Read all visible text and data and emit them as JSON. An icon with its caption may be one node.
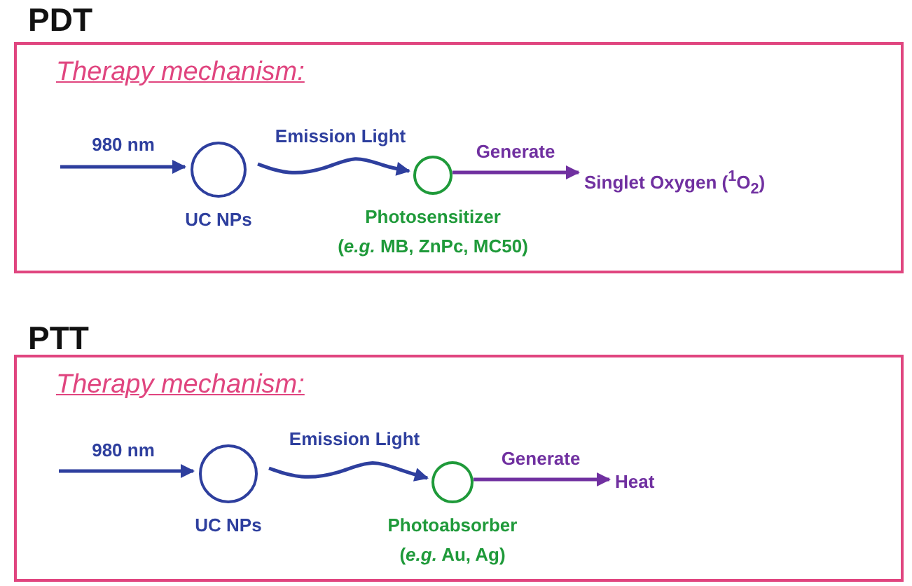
{
  "diagram": {
    "nodes": [
      {
        "text": [
          "PDT",
          "Therapy mechanism:"
        ]
      },
      {
        "text": [
          "UC NPs"
        ],
        "in": 0
      },
      {
        "text": [
          "Photosensitizer",
          "(*e.g.* MB, ZnPc, MC50)"
        ],
        "in": 0
      },
      {
        "text": [
          "Singlet Oxygen ($^{1}$O$_{2}$)"
        ],
        "in": 0
      },
      {
        "text": [
          "PTT",
          "Therapy mechanism:"
        ]
      },
      {
        "text": [
          "UC NPs"
        ],
        "in": 4
      },
      {
        "text": [
          "Photoabsorber",
          "(*e.g.* Au, Ag)"
        ],
        "in": 4
      },
      {
        "text": [
          "Heat"
        ],
        "in": 4
      }
    ],
    "edges": [
      {
        "from": null,
        "to": 1,
        "arrow": "to",
        "label": "980 nm"
      },
      {
        "from": 1,
        "to": 2,
        "arrow": "to",
        "label": "Emission Light"
      },
      {
        "from": 2,
        "to": 3,
        "arrow": "to",
        "label": "Generate",
        "color": "#7030a0"
      },
      {
        "from": null,
        "to": 5,
        "arrow": "to",
        "label": "980 nm"
      },
      {
        "from": 5,
        "to": 6,
        "arrow": "to",
        "label": "Emission Light"
      },
      {
        "from": 6,
        "to": 7,
        "arrow": "to",
        "label": "Generate",
        "color": "#7030a0"
      }
    ]
  }
}
